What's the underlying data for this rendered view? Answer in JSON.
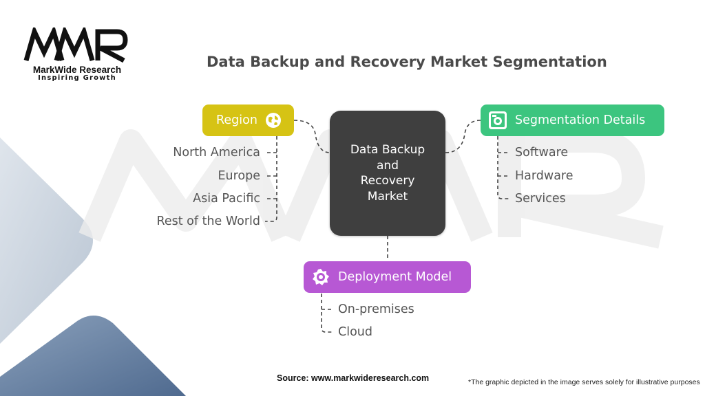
{
  "brand": {
    "logo_letters": "MWR",
    "name": "MarkWide Research",
    "tagline": "Inspiring Growth"
  },
  "title": "Data Backup and Recovery Market Segmentation",
  "center": {
    "lines": [
      "Data Backup",
      "and",
      "Recovery",
      "Market"
    ]
  },
  "segments": {
    "region": {
      "label": "Region",
      "color": "#d6c314",
      "icon": "globe-icon",
      "items": [
        "North America",
        "Europe",
        "Asia Pacific",
        "Rest of the World"
      ]
    },
    "segmentation": {
      "label": "Segmentation Details",
      "color": "#3cc57f",
      "icon": "dashboard-icon",
      "items": [
        "Software",
        "Hardware",
        "Services"
      ]
    },
    "deployment": {
      "label": "Deployment Model",
      "color": "#b758d4",
      "icon": "badge-icon",
      "items": [
        "On-premises",
        "Cloud"
      ]
    }
  },
  "footer": {
    "source": "Source: www.markwideresearch.com",
    "disclaimer": "*The graphic depicted in the image serves solely for illustrative purposes"
  },
  "colors": {
    "center_box": "#3f3f3f",
    "title": "#4a4a4a",
    "connector": "#444444",
    "decor_light": "#c9d2de",
    "decor_dark": "#5f7899"
  }
}
